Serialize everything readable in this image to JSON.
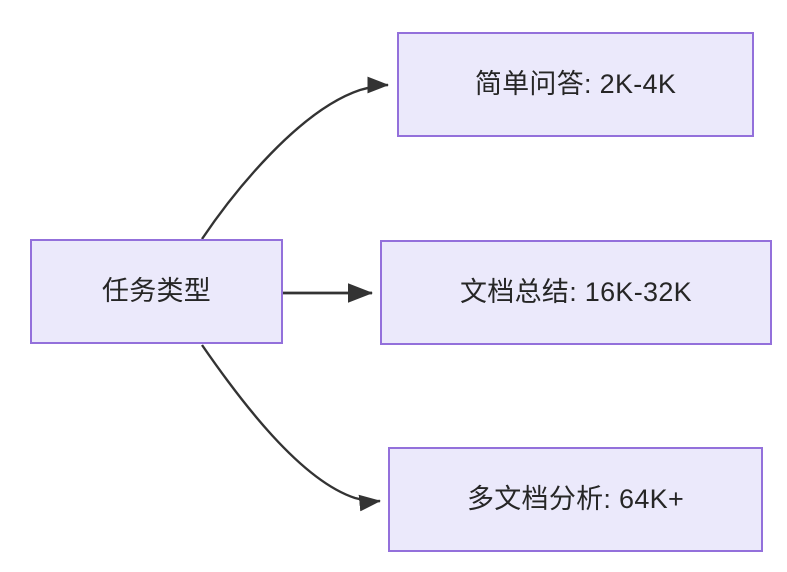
{
  "diagram": {
    "title": "任务类型",
    "type": "flowchart",
    "direction": "left-to-right",
    "background_color": "#ffffff",
    "node_fill_color": "#ebe9fb",
    "node_border_color": "#9370db",
    "node_text_color": "#262626",
    "edge_color": "#333333",
    "root": {
      "id": "root",
      "label": "任务类型"
    },
    "branches": [
      {
        "id": "simple-qa",
        "label": "简单问答: 2K-4K",
        "edge_style": "curved"
      },
      {
        "id": "doc-summary",
        "label": "文档总结: 16K-32K",
        "edge_style": "straight"
      },
      {
        "id": "multi-doc",
        "label": "多文档分析: 64K+",
        "edge_style": "curved"
      }
    ]
  }
}
